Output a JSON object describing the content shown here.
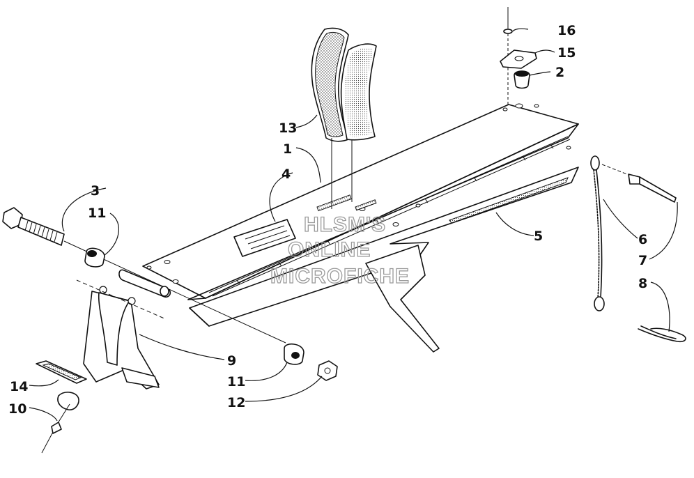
{
  "diagram": {
    "callouts": {
      "c1": "1",
      "c2": "2",
      "c3": "3",
      "c4": "4",
      "c5": "5",
      "c6": "6",
      "c7": "7",
      "c8": "8",
      "c9": "9",
      "c10": "10",
      "c11a": "11",
      "c11b": "11",
      "c12": "12",
      "c13": "13",
      "c14": "14",
      "c15": "15",
      "c16": "16"
    },
    "watermark": {
      "line1": "HLSM'S",
      "line2": "ONLINE",
      "line3": "MICROFICHE"
    }
  }
}
